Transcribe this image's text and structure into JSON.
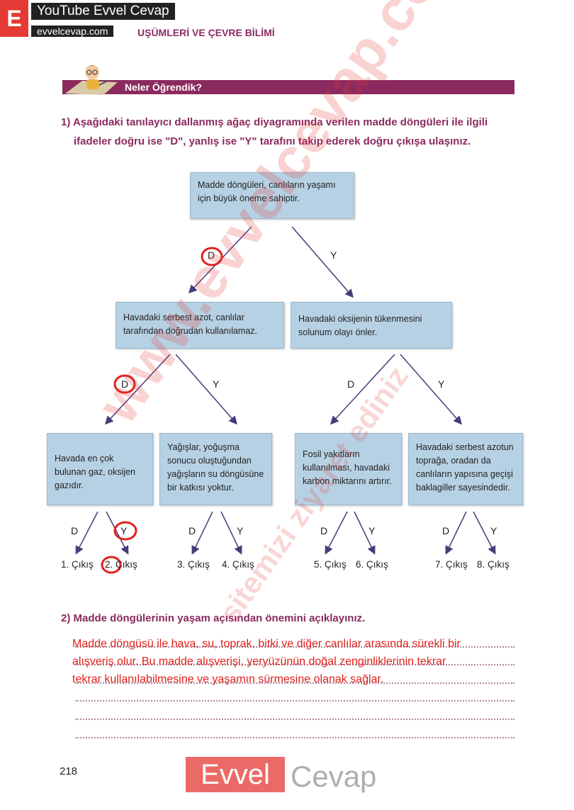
{
  "brand": {
    "letter": "E",
    "title": "YouTube Evvel Cevap",
    "url": "evvelcevap.com"
  },
  "chapter_title": "UŞÜMLERİ VE ÇEVRE BİLİMİ",
  "section_title": "Neler Öğrendik?",
  "question1": {
    "line1": "1) Aşağıdaki tanılayıcı dallanmış ağaç diyagramında verilen madde döngüleri ile ilgili",
    "line2": "ifadeler doğru ise \"D\", yanlış ise \"Y\" tarafını takip ederek doğru çıkışa ulaşınız."
  },
  "tree": {
    "root": "Madde döngüleri, canlıların yaşamı için büyük öneme sahiptir.",
    "level2": [
      "Havadaki serbest azot, canlılar tarafından doğrudan kullanılamaz.",
      "Havadaki oksijenin tükenmesini solunum olayı önler."
    ],
    "level3": [
      "Havada en çok bulunan gaz, oksijen gazıdır.",
      "Yağışlar, yoğuşma sonucu oluştuğundan yağışların su döngüsüne bir katkısı yoktur.",
      "Fosil yakıtların kullanılması, havadaki karbon miktarını artırır.",
      "Havadaki serbest azotun toprağa, oradan da canlıların yapısına geçişi baklagiller sayesindedir."
    ],
    "d_label": "D",
    "y_label": "Y",
    "exits": [
      "1. Çıkış",
      "2. Çıkış",
      "3. Çıkış",
      "4. Çıkış",
      "5. Çıkış",
      "6. Çıkış",
      "7. Çıkış",
      "8. Çıkış"
    ],
    "marker_color": "#e0201b"
  },
  "question2": {
    "text": "2) Madde döngülerinin yaşam açısından önemini açıklayınız.",
    "answer_lines": [
      "Madde döngüsü ile hava, su, toprak, bitki ve diğer canlılar arasında sürekli bir",
      "alışveriş olur. Bu madde alışverişi, yeryüzünün doğal zenginliklerinin tekrar",
      "tekrar kullanılabilmesine ve yaşamın sürmesine olanak sağlar."
    ]
  },
  "page_number": "218",
  "watermark": {
    "main": "www.evvelcevap.com",
    "side": "sitemizi ziyaret ediniz",
    "logo_left": "Evvel",
    "logo_right": "Cevap"
  },
  "colors": {
    "accent": "#8b2a5f",
    "box": "#b7d1e4",
    "answer": "#e0201b",
    "brand": "#e53935"
  }
}
